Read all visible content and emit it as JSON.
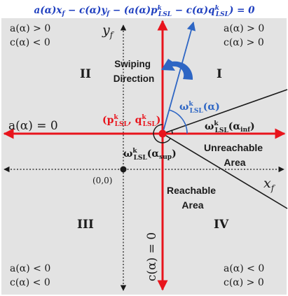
{
  "equation": {
    "lhs": "a(α)x",
    "lhs_sub_f": "f",
    "minus_c": " − c(α)y",
    "minus_c_sub_f": "f",
    "middle": " − (a(α)p",
    "p_sup": "k",
    "p_sub": "LSL",
    "minus_cq": " − c(α)q",
    "q_sup": "k",
    "q_sub": "LSL",
    "rhs": ") = 0"
  },
  "axes": {
    "yf": "y",
    "yf_sub": "f",
    "xf": "x",
    "xf_sub": "f",
    "origin": "(0,0)",
    "a_zero": "a(α) = 0",
    "c_zero": "c(α) = 0"
  },
  "quadrants": {
    "I": "I",
    "II": "II",
    "III": "III",
    "IV": "IV",
    "tl": [
      "a(α) > 0",
      "c(α) < 0"
    ],
    "tr": [
      "a(α) > 0",
      "c(α) > 0"
    ],
    "bl": [
      "a(α) < 0",
      "c(α) < 0"
    ],
    "br": [
      "a(α) < 0",
      "c(α) > 0"
    ]
  },
  "labels": {
    "swiping_1": "Swiping",
    "swiping_2": "Direction",
    "point_open": "(p",
    "point_sup1": "k",
    "point_sub1": "LSL",
    "point_mid": ", q",
    "point_sup2": "k",
    "point_sub2": "LSL",
    "point_close": ")",
    "omega": "ω",
    "omega_sup": "k",
    "omega_sub": "LSL",
    "omega_arg": "(α)",
    "omega_inf_arg": "(α",
    "omega_inf_sub": "inf",
    "omega_sup_arg": "(α",
    "omega_sup_sub": "sup",
    "close_paren": ")",
    "unreachable_1": "Unreachable",
    "unreachable_2": "Area",
    "reachable_1": "Reachable",
    "reachable_2": "Area"
  },
  "colors": {
    "background": "#e3e3e3",
    "red": "#e8141c",
    "blue": "#2e66c4",
    "equation": "#1f3fbf",
    "text": "#1a1a1a"
  }
}
